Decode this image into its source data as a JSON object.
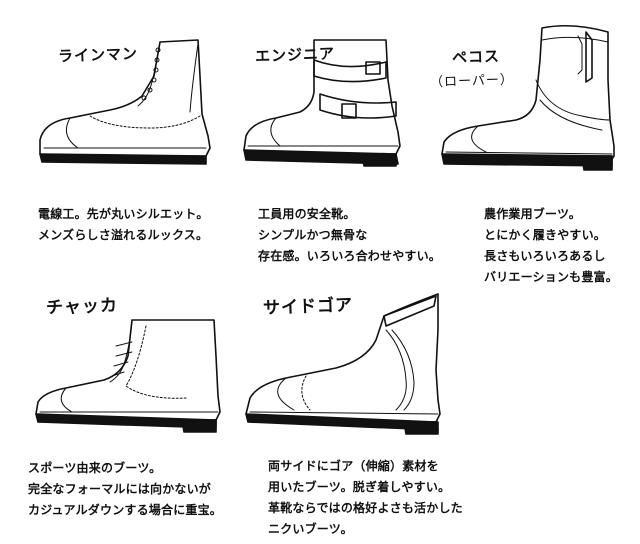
{
  "boots": [
    {
      "id": "lineman",
      "name": "ラインマン",
      "description": [
        "電線工。先が丸いシルエット。",
        "メンズらしさ溢れるルックス。"
      ]
    },
    {
      "id": "engineer",
      "name": "エンジニア",
      "description": [
        "工員用の安全靴。",
        "シンプルかつ無骨な",
        "存在感。いろいろ合わせやすい。"
      ]
    },
    {
      "id": "pecos",
      "name": "ペコス",
      "subname": "（ローパー）",
      "description": [
        "農作業用ブーツ。",
        "とにかく履きやすい。",
        "長さもいろいろあるし",
        "バリエーションも豊富。"
      ]
    },
    {
      "id": "chukka",
      "name": "チャッカ",
      "description": [
        "スポーツ由来のブーツ。",
        "完全なフォーマルには向かないが",
        "カジュアルダウンする場合に重宝。"
      ]
    },
    {
      "id": "sidegore",
      "name": "サイドゴア",
      "description": [
        "両サイドにゴア（伸縮）素材を",
        "用いたブーツ。脱ぎ着しやすい。",
        "革靴ならではの格好よさも活かした",
        "ニクいブーツ。"
      ]
    }
  ]
}
